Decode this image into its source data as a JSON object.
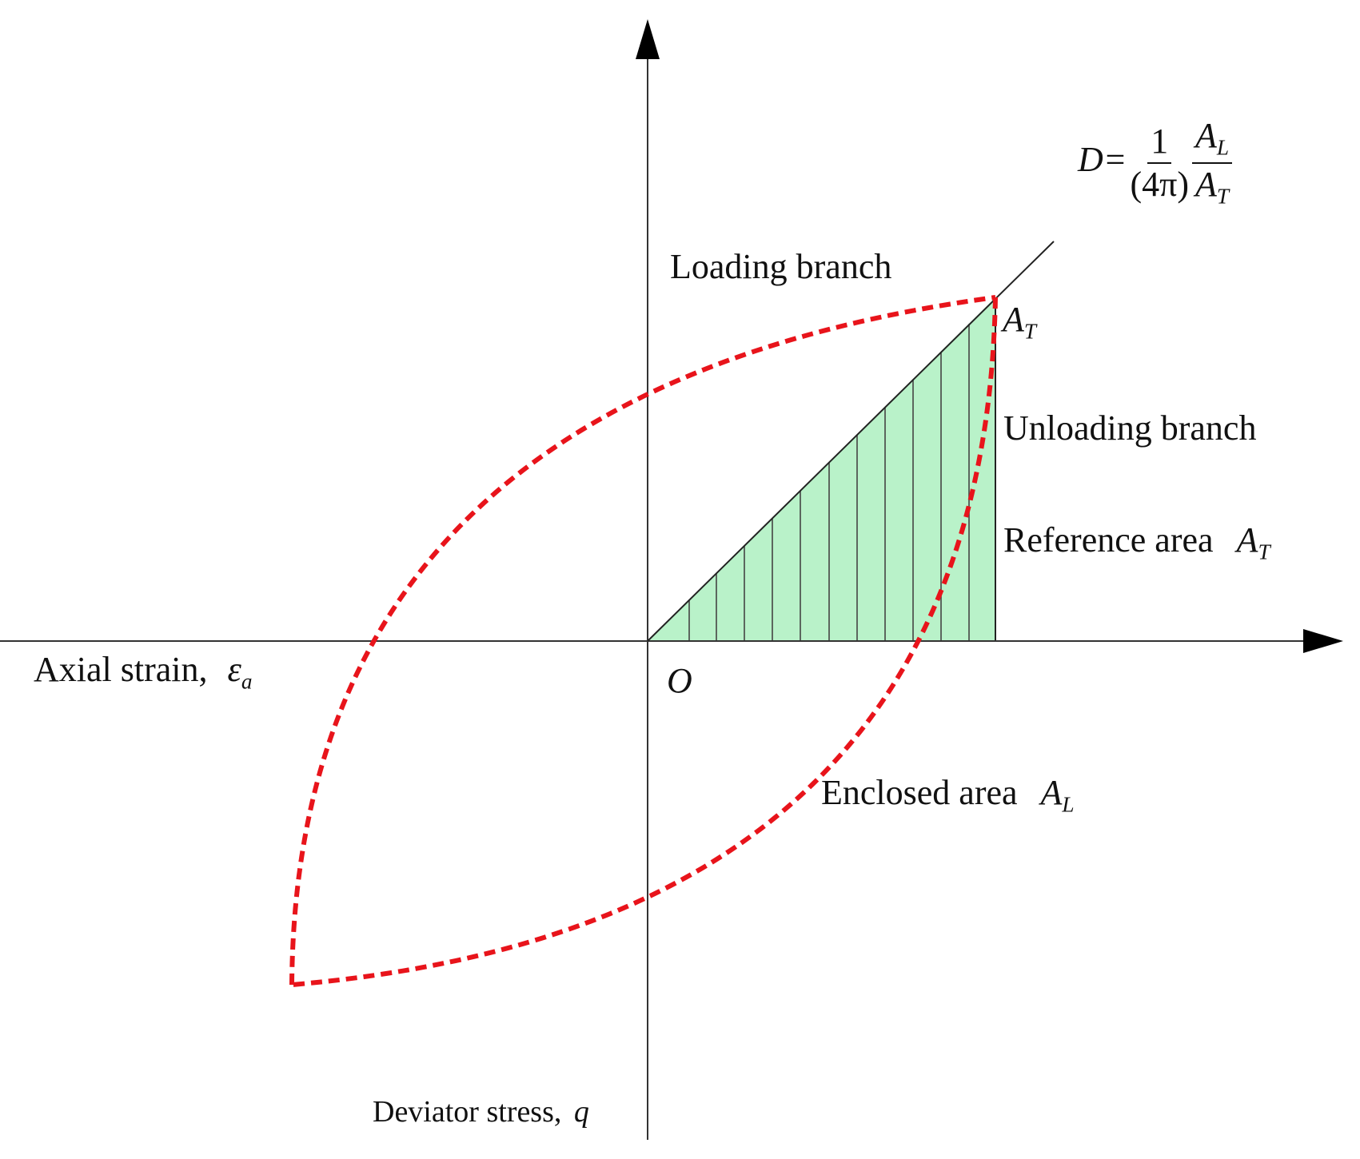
{
  "diagram": {
    "labels": {
      "x_axis_text": "Axial strain,",
      "x_axis_symbol": "ε",
      "x_axis_symbol_sub": "a",
      "y_axis_text": "Deviator stress,",
      "y_axis_symbol": "q",
      "origin": "O",
      "loading_branch": "Loading branch",
      "unloading_branch": "Unloading branch",
      "reference_area_text": "Reference area",
      "reference_area_symbol": "A",
      "reference_area_sub": "T",
      "enclosed_area_text": "Enclosed area",
      "enclosed_area_symbol": "A",
      "enclosed_area_sub": "L",
      "point_symbol": "A",
      "point_sub": "T"
    },
    "formula": {
      "lhs": "D=",
      "frac1_num": "1",
      "frac1_den": "(4π)",
      "frac2_num_sym": "A",
      "frac2_num_sub": "L",
      "frac2_den_sym": "A",
      "frac2_den_sub": "T"
    },
    "colors": {
      "axis": "#333333",
      "hysteresis_loop": "#e8141b",
      "reference_fill": "#b9f2c9",
      "hatch": "#444444"
    }
  }
}
